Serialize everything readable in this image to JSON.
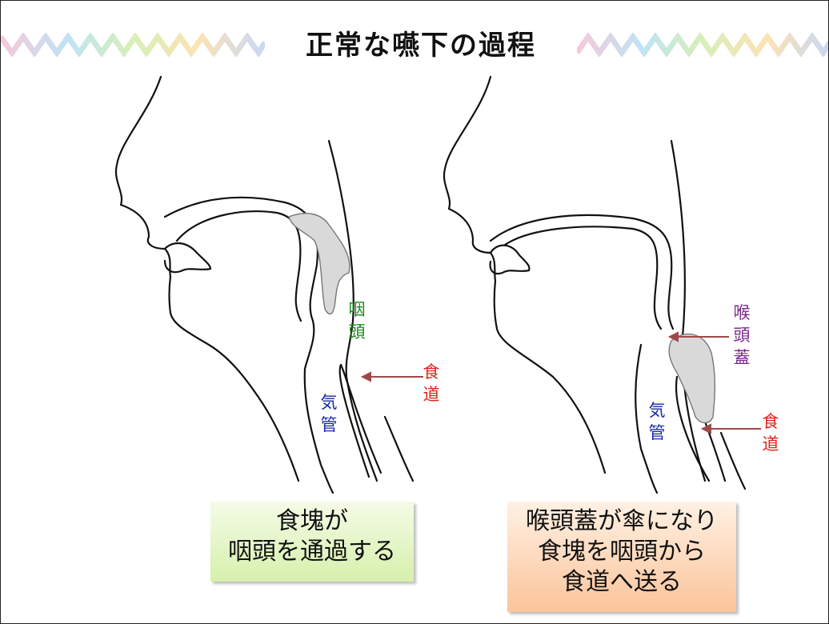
{
  "title": "正常な嚥下の過程",
  "left_figure": {
    "label_pharynx": [
      "咽",
      "頭"
    ],
    "label_trachea": [
      "気",
      "管"
    ],
    "label_esophagus": [
      "食",
      "道"
    ],
    "caption": [
      "食塊が",
      "咽頭を通過する"
    ]
  },
  "right_figure": {
    "label_epiglottis": [
      "喉",
      "頭",
      "蓋"
    ],
    "label_trachea": [
      "気",
      "管"
    ],
    "label_esophagus": [
      "食",
      "道"
    ],
    "caption": [
      "喉頭蓋が傘になり",
      "食塊を咽頭から",
      "食道へ送る"
    ]
  },
  "colors": {
    "pharynx_label": "#1a8a1a",
    "trachea_label": "#1a2aa8",
    "esophagus_label": "#e0231c",
    "epiglottis_label": "#7a2a8a",
    "arrow": "#a04848",
    "food_bolus": "#d9d9d9"
  }
}
